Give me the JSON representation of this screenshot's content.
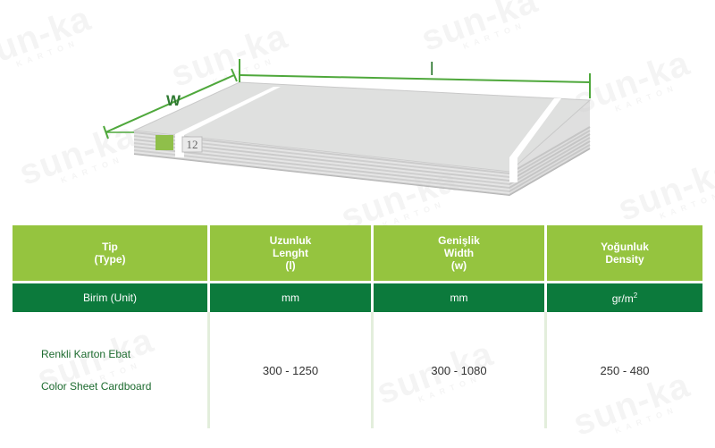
{
  "watermark": {
    "brand": "sun-ka",
    "sub": "KARTON"
  },
  "illustration": {
    "width_label": "W",
    "length_label": "l",
    "stack_tag": "12",
    "colors": {
      "dim_line": "#4fa83c",
      "sheet_face": "#dfe0df",
      "sheet_edge": "#c9c9c9",
      "band": "#ffffff"
    }
  },
  "table": {
    "headers": [
      {
        "line1": "Tip",
        "line2": "(Type)",
        "line3": ""
      },
      {
        "line1": "Uzunluk",
        "line2": "Lenght",
        "line3": "(l)"
      },
      {
        "line1": "Genişlik",
        "line2": "Width",
        "line3": "(w)"
      },
      {
        "line1": "Yoğunluk",
        "line2": "Density",
        "line3": ""
      }
    ],
    "unit_row": {
      "label": "Birim (Unit)",
      "length": "mm",
      "width": "mm",
      "density_base": "gr/m",
      "density_sup": "2"
    },
    "data_row": {
      "type_tr": "Renkli Karton Ebat",
      "type_en": "Color Sheet Cardboard",
      "length": "300 - 1250",
      "width": "300 - 1080",
      "density": "250 - 480"
    },
    "colors": {
      "header_bg": "#95c43f",
      "unit_bg": "#0c7a3c"
    }
  }
}
